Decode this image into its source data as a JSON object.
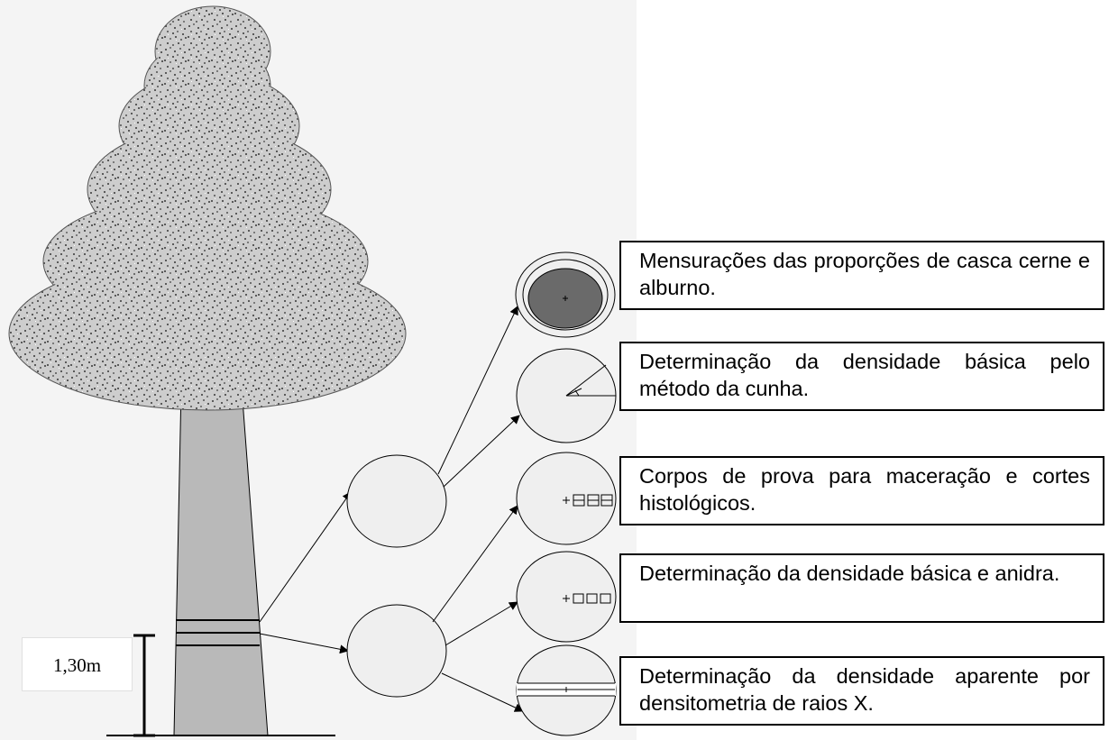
{
  "labels": {
    "measurements": "Mensurações das proporções de casca cerne e alburno.",
    "wedge_density": "Determinação da densidade básica pelo método da cunha.",
    "histology": "Corpos de prova para maceração e cortes histológicos.",
    "basic_anhydrous_density": "Determinação da densidade básica e anidra.",
    "xray_density": "Determinação da densidade aparente por densitometria de raios X."
  },
  "height_marker": "1,30m",
  "colors": {
    "canopy_base": "#cdcdcd",
    "canopy_speckle": "#5a5a5a",
    "trunk": "#b9b9b9",
    "disc_fill": "#efefef",
    "heartwood": "#6a6a6a",
    "panel_background": "#f4f4f4"
  }
}
